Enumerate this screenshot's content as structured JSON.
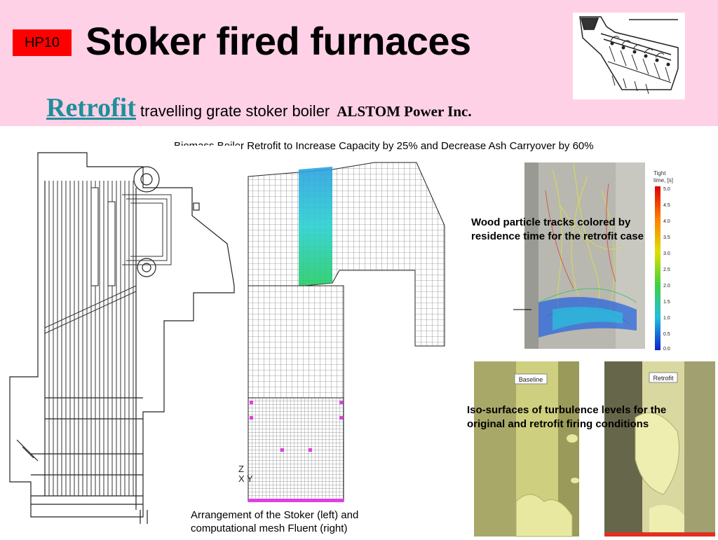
{
  "slide": {
    "badge": "HP10",
    "title": "Stoker fired furnaces",
    "subtitle_link": "Retrofit",
    "subtitle_text": "travelling grate stoker boiler",
    "subtitle_company": "ALSTOM Power Inc.",
    "top_caption": "Biomass Boiler Retrofit to Increase Capacity by 25% and Decrease Ash Carryover by 60%",
    "particle_caption_line1": "Wood particle tracks colored by",
    "particle_caption_line2": "residence time for the retrofit case",
    "iso_caption_line1": "Iso-surfaces of turbulence levels for the",
    "iso_caption_line2": "original and retrofit firing conditions",
    "bottom_caption_line1": "Arrangement of the Stoker (left) and",
    "bottom_caption_line2": "computational mesh Fluent (right)",
    "baseline_label": "Baseline",
    "retrofit_label": "Retrofit",
    "colorbar_ticks": [
      "5.0",
      "4.5",
      "4.0",
      "3.5",
      "3.0",
      "2.5",
      "2.0",
      "1.5",
      "1.0",
      "0.5",
      "0.0"
    ],
    "colorbar_header": "Tight\ntime, [s]",
    "axis_z": "Z",
    "axis_xy": "X Y"
  }
}
